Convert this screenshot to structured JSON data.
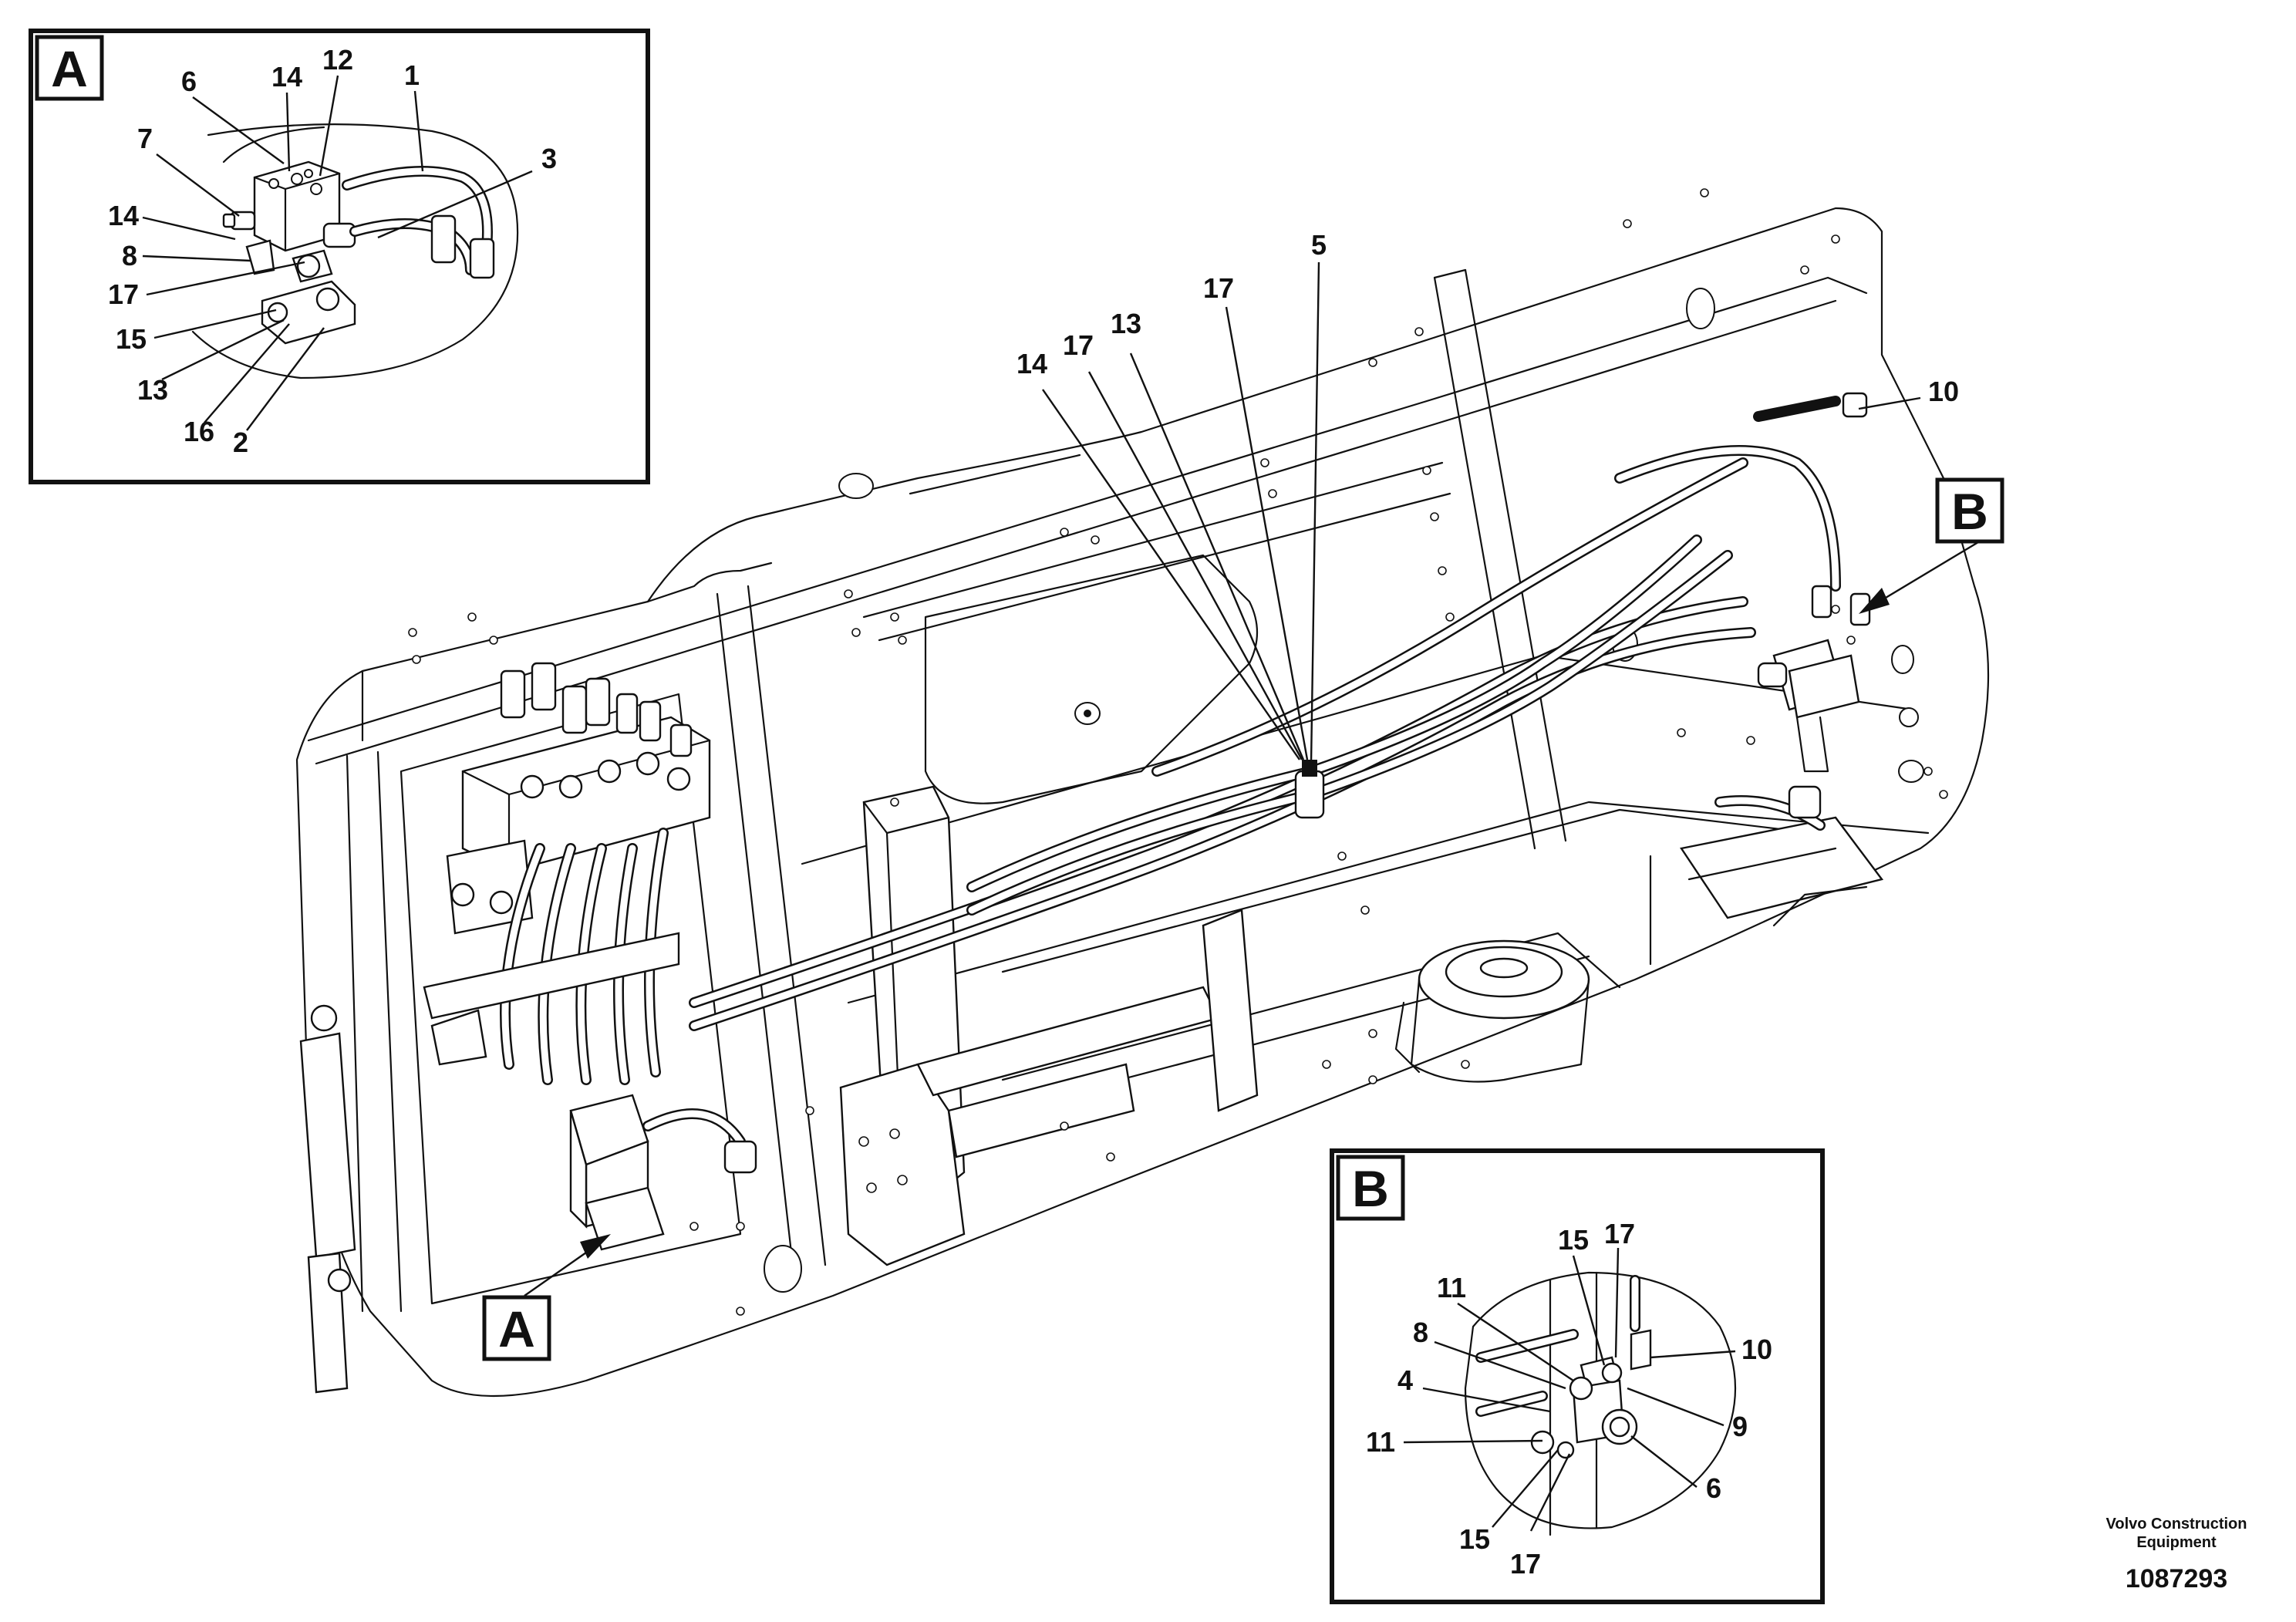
{
  "detail_a": {
    "tag": "A",
    "callouts": [
      "6",
      "14",
      "12",
      "1",
      "7",
      "3",
      "14",
      "8",
      "17",
      "15",
      "13",
      "16",
      "2"
    ]
  },
  "detail_b": {
    "tag": "B",
    "callouts": [
      "15",
      "17",
      "11",
      "10",
      "8",
      "4",
      "9",
      "11",
      "6",
      "15",
      "17"
    ]
  },
  "main_view": {
    "callouts": [
      "5",
      "17",
      "13",
      "17",
      "14",
      "10"
    ],
    "tag_a": "A",
    "tag_b": "B"
  },
  "footer": {
    "maker_line1": "Volvo Construction",
    "maker_line2": "Equipment",
    "doc_number": "1087293"
  }
}
